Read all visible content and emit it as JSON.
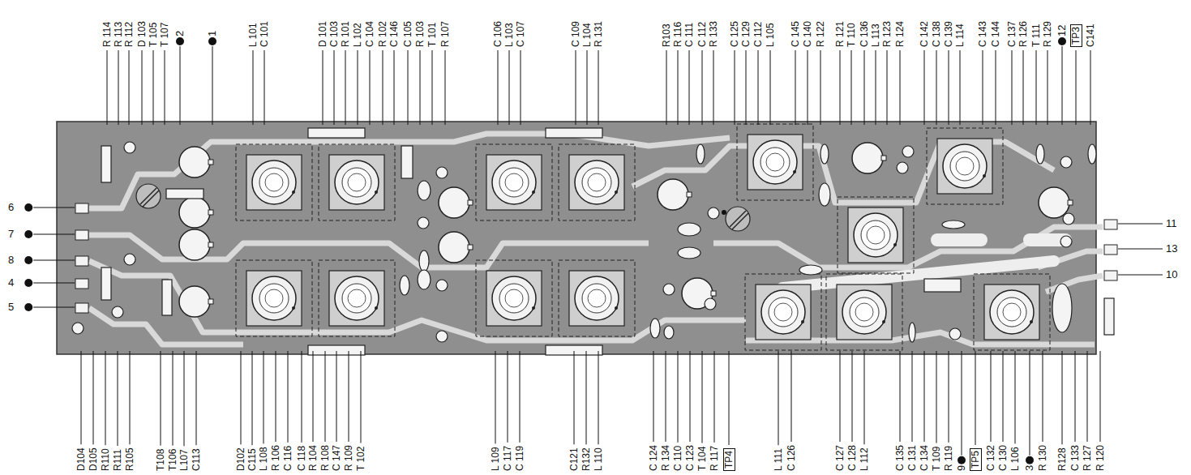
{
  "diagram": {
    "labels": [
      "R 114",
      "R 113",
      "R 112",
      "D 103",
      "T 105",
      "T 107",
      "2",
      "1",
      "L 101",
      "C 101",
      "D 101",
      "C 103",
      "R 101",
      "L 102",
      "C 104",
      "R 102",
      "C 146",
      "C 105",
      "R 103",
      "T 101",
      "R 107",
      "C 106",
      "L 103",
      "C 107",
      "C 109",
      "L 104",
      "R 131",
      "R103",
      "R 116",
      "C 111",
      "C 112",
      "R 133",
      "C 125",
      "C 129",
      "C 112",
      "L 105",
      "C 145",
      "C 140",
      "R 122",
      "R 121",
      "T 110",
      "C 136",
      "L 113",
      "R 123",
      "R 124",
      "C 142",
      "C 138",
      "C 139",
      "L 114",
      "C 143",
      "C 144",
      "C 137",
      "R 126",
      "T 111",
      "R 129",
      "12",
      "TP3",
      "C141",
      "D104",
      "D105",
      "R110",
      "R111",
      "R105",
      "T108",
      "T106",
      "L107",
      "C113",
      "D102",
      "C115",
      "L 108",
      "R 106",
      "C 116",
      "C 118",
      "R 104",
      "R 108",
      "C 147",
      "R 109",
      "T 102",
      "L 109",
      "C 117",
      "C 119",
      "C121",
      "R132",
      "L 110",
      "C 124",
      "R 134",
      "C 110",
      "C 123",
      "T 104",
      "R 117",
      "TP4",
      "L 111",
      "C 126",
      "C 127",
      "C 128",
      "L 112",
      "C 135",
      "C 131",
      "C 134",
      "T 109",
      "R 119",
      "9",
      "TP5",
      "C 132",
      "C 130",
      "L 106",
      "3",
      "R 130",
      "R128",
      "C 133",
      "R 127",
      "R 120",
      "6",
      "7",
      "8",
      "4",
      "5",
      "11",
      "13",
      "10"
    ]
  }
}
